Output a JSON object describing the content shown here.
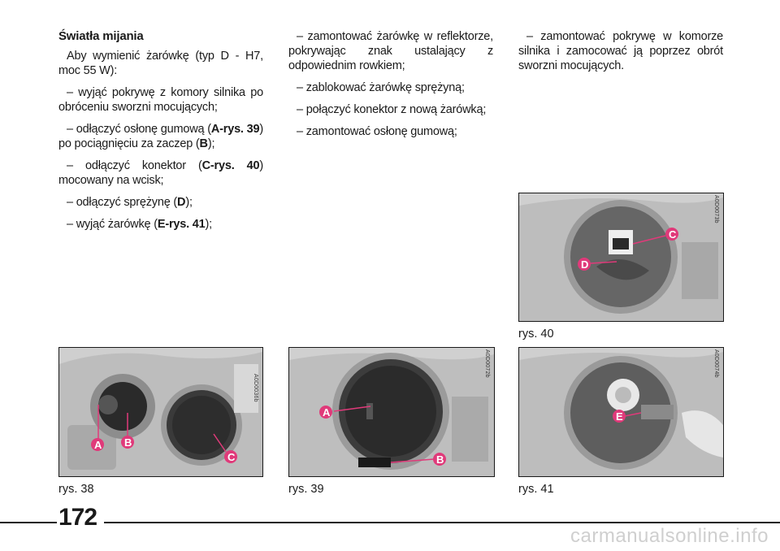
{
  "heading": "Światła mijania",
  "col1": {
    "intro": "Aby wymienić żarówkę (typ D - H7, moc 55 W):",
    "step1": "– wyjąć pokrywę z komory silnika po obróceniu sworzni mocujących;",
    "step2_pre": "– odłączyć osłonę gumową (",
    "step2_ref1": "A-rys. 39",
    "step2_mid": ") po pociągnięciu za zaczep (",
    "step2_ref2": "B",
    "step2_post": ");",
    "step3_pre": "– odłączyć konektor (",
    "step3_ref": "C-rys. 40",
    "step3_post": ") mocowany na wcisk;",
    "step4_pre": "– odłączyć sprężynę (",
    "step4_ref": "D",
    "step4_post": ");",
    "step5_pre": "– wyjąć żarówkę (",
    "step5_ref": "E-rys. 41",
    "step5_post": ");"
  },
  "col2": {
    "step1": "– zamontować żarówkę w reflektorze, pokrywając znak ustalający z odpowiednim rowkiem;",
    "step2": "– zablokować żarówkę sprężyną;",
    "step3": "– połączyć konektor z nową żarówką;",
    "step4": "– zamontować osłonę gumową;"
  },
  "col3": {
    "step1": "– zamontować pokrywę w komorze silnika i zamocować ją poprzez obrót sworzni mocujących."
  },
  "figures": {
    "fig38": {
      "caption": "rys. 38",
      "code": "A0D0036b",
      "labels": [
        "A",
        "B",
        "C"
      ]
    },
    "fig39": {
      "caption": "rys. 39",
      "code": "A0D0072b",
      "labels": [
        "A",
        "B"
      ]
    },
    "fig40": {
      "caption": "rys. 40",
      "code": "A0D0073b",
      "labels": [
        "C",
        "D"
      ]
    },
    "fig41": {
      "caption": "rys. 41",
      "code": "A0D0074b",
      "labels": [
        "E"
      ]
    }
  },
  "page_number": "172",
  "watermark": "carmanualsonline.info",
  "colors": {
    "label_fill": "#e03a7a",
    "line": "#1a1a1a",
    "photo_bg": "#c9c9c9"
  }
}
